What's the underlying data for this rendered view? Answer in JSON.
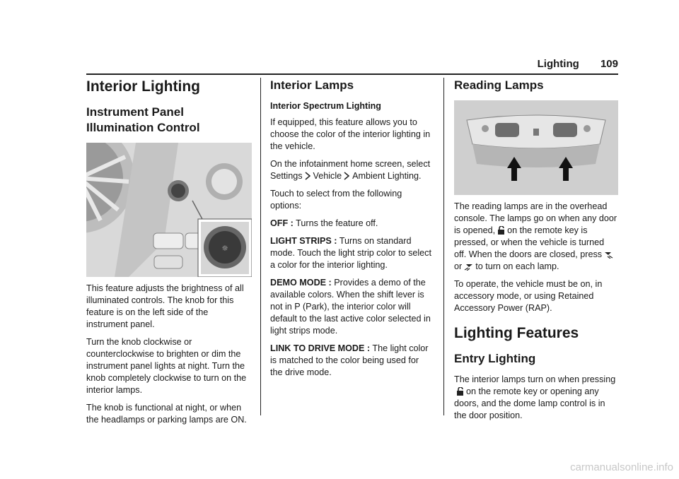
{
  "header": {
    "title": "Lighting",
    "page_number": "109"
  },
  "col1": {
    "h1": "Interior Lighting",
    "h2": "Instrument Panel Illumination Control",
    "p1": "This feature adjusts the brightness of all illuminated controls. The knob for this feature is on the left side of the instrument panel.",
    "p2": "Turn the knob clockwise or counterclockwise to brighten or dim the instrument panel lights at night. Turn the knob completely clockwise to turn on the interior lamps.",
    "p3": "The knob is functional at night, or when the headlamps or parking lamps are ON."
  },
  "col2": {
    "h2": "Interior Lamps",
    "h3": "Interior Spectrum Lighting",
    "p1": "If equipped, this feature allows you to choose the color of the interior lighting in the vehicle.",
    "p2_a": "On the infotainment home screen, select",
    "p2_settings": "Settings",
    "p2_vehicle": "Vehicle",
    "p2_ambient": "Ambient Lighting.",
    "p3": "Touch to select from the following options:",
    "opt_off_label": "OFF :",
    "opt_off_text": "Turns the feature off.",
    "opt_strips_label": "LIGHT STRIPS :",
    "opt_strips_text": "Turns on standard mode. Touch the light strip color to select a color for the interior lighting.",
    "opt_demo_label": "DEMO MODE :",
    "opt_demo_text": "Provides a demo of the available colors. When the shift lever is not in P (Park), the interior color will default to the last active color selected in light strips mode.",
    "opt_link_label": "LINK TO DRIVE MODE :",
    "opt_link_text": "The light color is matched to the color being used for the drive mode."
  },
  "col3": {
    "h2": "Reading Lamps",
    "p1_a": "The reading lamps are in the overhead console. The lamps go on when any door is opened,",
    "p1_b": "on the remote key is pressed, or when the vehicle is turned off. When the doors are closed, press",
    "p1_or": "or",
    "p1_c": "to turn on each lamp.",
    "p2": "To operate, the vehicle must be on, in accessory mode, or using Retained Accessory Power (RAP).",
    "h1": "Lighting Features",
    "h2b": "Entry Lighting",
    "p3_a": "The interior lamps turn on when pressing",
    "p3_b": "on the remote key or opening any doors, and the dome lamp control is in the door position."
  },
  "icons": {
    "chevron": "chevron-right-icon",
    "unlock": "unlock-key-icon",
    "lamp_left": "reading-lamp-left-icon",
    "lamp_right": "reading-lamp-right-icon"
  },
  "watermark": "carmanualsonline.info"
}
